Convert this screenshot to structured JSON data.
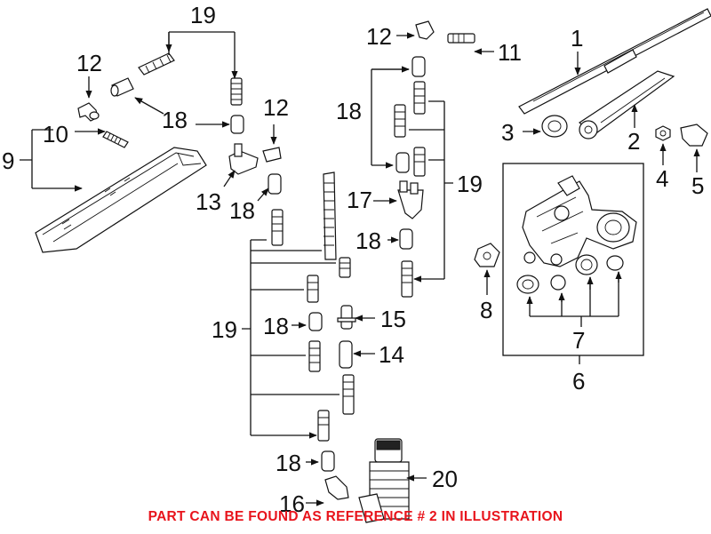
{
  "callouts": [
    "1",
    "2",
    "3",
    "4",
    "5",
    "6",
    "7",
    "8",
    "9",
    "10",
    "11",
    "12",
    "13",
    "14",
    "15",
    "16",
    "17",
    "18",
    "19",
    "20"
  ],
  "notice": {
    "text": "PART CAN BE FOUND AS REFERENCE # 2 IN ILLUSTRATION",
    "color": "#e8141c"
  },
  "colors": {
    "line": "#111111",
    "background": "#ffffff"
  }
}
